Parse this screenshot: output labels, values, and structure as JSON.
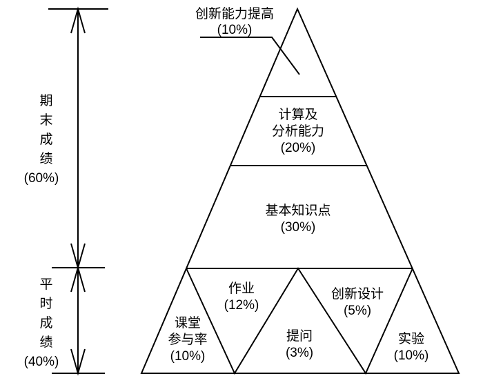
{
  "left_labels": {
    "final": {
      "lines": [
        "期",
        "末",
        "成",
        "绩"
      ],
      "percent": "(60%)"
    },
    "regular": {
      "lines": [
        "平",
        "时",
        "成",
        "绩"
      ],
      "percent": "(40%)"
    }
  },
  "pyramid": {
    "innovation": {
      "lines": [
        "创新能力提高"
      ],
      "percent": "(10%)"
    },
    "analysis": {
      "lines": [
        "计算及",
        "分析能力"
      ],
      "percent": "(20%)"
    },
    "knowledge": {
      "lines": [
        "基本知识点"
      ],
      "percent": "(30%)"
    },
    "participation": {
      "lines": [
        "课堂",
        "参与率"
      ],
      "percent": "(10%)"
    },
    "homework": {
      "lines": [
        "作业"
      ],
      "percent": "(12%)"
    },
    "questions": {
      "lines": [
        "提问"
      ],
      "percent": "(3%)"
    },
    "design": {
      "lines": [
        "创新设计"
      ],
      "percent": "(5%)"
    },
    "experiment": {
      "lines": [
        "实验"
      ],
      "percent": "(10%)"
    }
  }
}
